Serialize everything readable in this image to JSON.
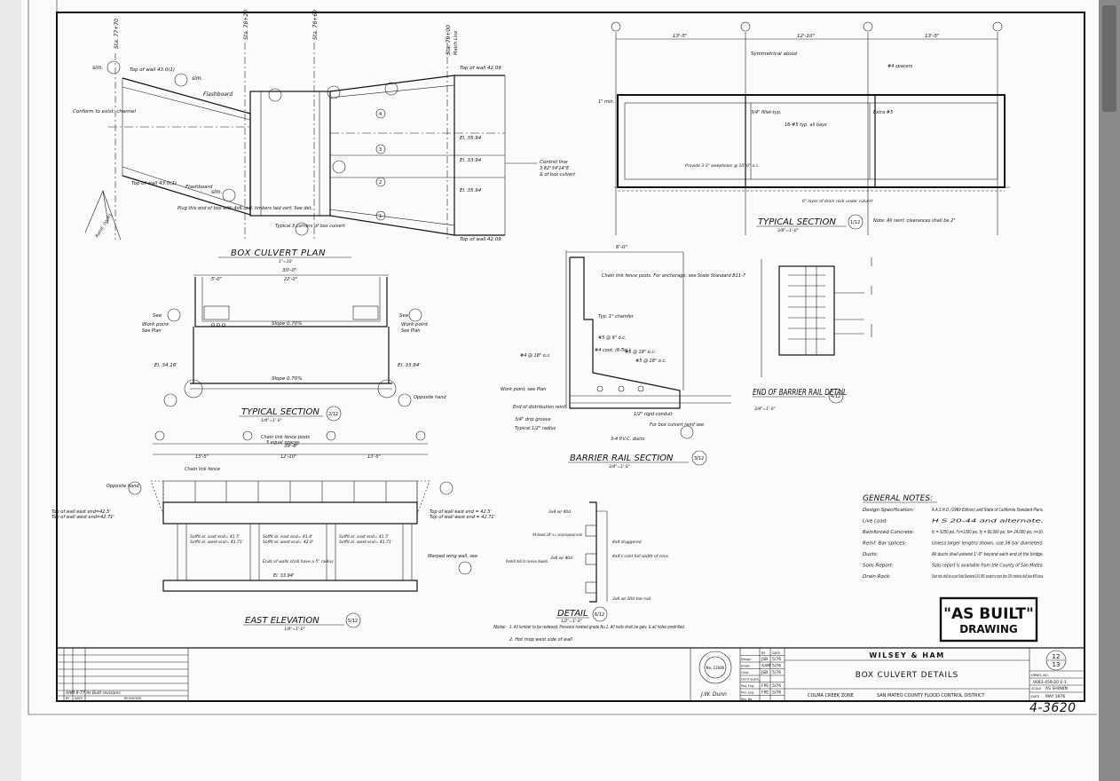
{
  "views": {
    "box_culvert_plan": {
      "title": "BOX CULVERT PLAN",
      "scale": "1\"=10'",
      "stations": [
        "Sta. 77+70",
        "Sta. 78+20",
        "Sta. 78+60",
        "Sta. 79+00"
      ],
      "right_station_note": "Match Line",
      "labels": {
        "sim_top": "sim.",
        "top_wall_left": "Top of wall 43.0(1)",
        "sim_top2": "sim.",
        "flashboard_top": "Flashboard",
        "conform": "Conform to exist. channel",
        "top_wall_left_bot": "Top of wall 43.0(1)",
        "flashboard_bot": "Flashboard",
        "sim_bot": "sim.",
        "plug": "Plug this end of box with 4x6 rwd. timbers laid vert. See det.",
        "typical_corners": "Typical 3 corners of box culvert",
        "top_wall_right_top": "Top of wall 42.09",
        "el_1": "El. 35.94",
        "el_2": "El. 33.94",
        "el_3": "El. 35.94",
        "top_wall_right_bot": "Top of wall 42.09",
        "control_line": "Control line",
        "control_line_2": "3 82°34'14\"E",
        "control_line_3": "& of box culvert",
        "reinf": "Reinf. (to/fr)"
      },
      "callouts": [
        "1",
        "2",
        "3",
        "4"
      ]
    },
    "typical_section_left": {
      "title": "TYPICAL SECTION",
      "sheet_ref": "2/12",
      "scale": "1/4\"=1'-0\"",
      "dims": {
        "overall": "30'-0\"",
        "sub": "5'-0\"",
        "main": "22'-0\""
      },
      "labels": {
        "see_left": "See",
        "work_point_left": "Work point",
        "see_plan_left": "See Plan",
        "slope_top": "Slope 0.70%",
        "see_right": "See",
        "work_point_right": "Work point",
        "see_plan_right": "See Plan",
        "el_left": "El. 34.16'",
        "el_right": "El. 33.94'",
        "slope_bot": "Slope 0.70%",
        "opposite_hand": "Opposite hand"
      }
    },
    "east_elevation": {
      "title": "EAST ELEVATION",
      "sheet_ref": "5/12",
      "scale": "1/8\"=1'-0\"",
      "dims": {
        "overall": "39'-8\"",
        "a": "13'-5\"",
        "b": "12'-10\"",
        "c": "13'-5\""
      },
      "labels": {
        "chain_fence_posts": "Chain link fence posts",
        "equal_spaces": "5 equal spaces",
        "chain_link_fence": "Chain link fence",
        "opposite_hand": "Opposite hand",
        "top_wall_east_left": "Top of wall east end=42.5'",
        "top_wall_west_left": "Top of wall west end=42.71'",
        "top_wall_east_right": "Top of wall east end = 42.5'",
        "top_wall_west_right": "Top of wall west end = 42.71'",
        "soffit_1": "Soffit el. east end= 41.5'",
        "soffit_1b": "Soffit el. west end= 41.71'",
        "soffit_2": "Soffit el. east end= 41.4'",
        "soffit_2b": "Soffit el. west end= 42.0'",
        "soffit_3": "Soffit el. east end= 41.5'",
        "soffit_3b": "Soffit el. west end= 41.71'",
        "ends_walls": "Ends of walls shall have a 5\" radius",
        "el_bottom": "El. 33.94'",
        "warped": "Warped wing wall, see"
      }
    },
    "typical_section_right": {
      "title": "TYPICAL SECTION",
      "sheet_ref": "1/12",
      "scale": "3/8\"=1'-0\"",
      "dims": {
        "a": "13'-5\"",
        "b": "12'-10\"",
        "c": "13'-5\""
      },
      "labels": {
        "symmetrical": "Symmetrical about",
        "spacers": "#4 spacers",
        "fillet": "3/4\" fillet-typ.",
        "typ_all_bays": "16-#5 typ. all bays",
        "extra": "Extra #5",
        "provide_weepholes": "Provide 3-3\" weepholes @ 10'-0\" o.c.",
        "drain_rock": "6\" layer of drain rock under culvert",
        "note_clearances": "Note: All reinf. clearances shall be 2\"",
        "min_clear": "1\" min."
      }
    },
    "barrier_rail_section": {
      "title": "BARRIER RAIL SECTION",
      "sheet_ref": "3/12",
      "scale": "3/4\"=1'-0\"",
      "labels": {
        "chain_link_posts": "Chain link fence posts. For anchorage, see State Standard B11-7",
        "chamfer": "Typ. 1\" chamfer",
        "bar_1": "#5 @ 9\" o.c.",
        "cont": "#4 cont. (6-Tot.)",
        "bar_2": "#5 @ 18\" o.c.",
        "bar_3": "#5 @ 18\" o.c.",
        "bar_4": "#4 @ 18\" o.c.",
        "work_point": "Work point, see Plan",
        "end_distribution": "End of distribution reinf.",
        "drip_groove": "3/4\" drip groove",
        "typical_radius": "Typical 1/2\" radius",
        "rigid_conduit": "1/2\" rigid conduit",
        "box_culvert_reinf": "For box culvert reinf see",
        "pvc_ducts": "3-4 P.V.C. ducts",
        "dim_width": "6'-0\""
      }
    },
    "end_barrier_rail": {
      "title": "END OF BARRIER RAIL DETAIL",
      "sheet_ref": "4/12",
      "scale": "3/4\"=1'-0\""
    },
    "detail_6": {
      "title": "DETAIL",
      "sheet_ref": "6/12",
      "scale": "1/2\"=1'-0\"",
      "labels": {
        "a": "3x4 w/ 40d",
        "b": "3x6 w/ 40d",
        "c": "4x4 staggered",
        "d": "Predrill 4x6 to receive dowels.",
        "e": "#4 dowels 3/4\" o.c. wrap exposed ends",
        "f": "4x4's cont full width of conc.",
        "g": "3x6 w/ 30d toe nail"
      },
      "notes_title": "Note:",
      "notes": [
        "1. All lumber to be redwood. Pressure treated grade No.1. All nails shall be galv. & all holes predrilled.",
        "2. Hot mop west side of wall"
      ]
    }
  },
  "general_notes": {
    "title": "GENERAL NOTES:",
    "items": [
      {
        "label": "Design Specification:",
        "text": "A.A.S.H.O. (1969 Edition) and State of California Standard Plans."
      },
      {
        "label": "Live Load:",
        "text": "H S 20-44 and alternate."
      },
      {
        "label": "Reinforced Concrete:",
        "text": "fc = 3250 psi, f'c=1300 psi, fy = 60,000 psi, fs= 24,000 psi, n=10."
      },
      {
        "label": "Reinf. Bar splices:",
        "text": "Unless larger lengths shown, use 36 bar diameters."
      },
      {
        "label": "Ducts:",
        "text": "All ducts shall extend 1'-0\" beyond each end of the bridge."
      },
      {
        "label": "Soils Report:",
        "text": "Soils report is available from the County of San Mateo."
      },
      {
        "label": "Drain Rock:",
        "text": "Drain rock shall be as per State Standards 19-3.065, except no more than 10% material shall pass #50 sieve."
      }
    ]
  },
  "stamp": {
    "line1": "\"AS BUILT\"",
    "line2": "DRAWING"
  },
  "revision_block": {
    "entry": "AAM 8-77 As Built revisions",
    "by": "BY",
    "date": "DATE",
    "revisions": "REVISIONS"
  },
  "title_block": {
    "firm": "WILSEY & HAM",
    "title": "BOX CULVERT DETAILS",
    "zone": "COLMA CREEK ZONE",
    "district": "SAN MATEO COUNTY FLOOD CONTROL DISTRICT",
    "sheet_num": "12",
    "sheet_total": "13",
    "drawing_no_label": "DRWG. NO.",
    "drawing_no": "9083-459-20 E-1",
    "scale_label": "SCALE",
    "scale": "AS SHOWN",
    "date_label": "DATE",
    "date": "MAY 1976",
    "seal_text": "No. 12686",
    "signer": "J.W. Dunn",
    "rows": [
      {
        "role": "Design",
        "by": "JSB",
        "date": "5/76"
      },
      {
        "role": "Drawn",
        "by": "AAM",
        "date": "5/76"
      },
      {
        "role": "Chkd.",
        "by": "JSB",
        "date": "5/76"
      },
      {
        "role": "Chk'd Quant.",
        "by": "",
        "date": ""
      },
      {
        "role": "Proj. Eng.",
        "by": "FPE",
        "date": "5/76"
      },
      {
        "role": "Prin. Eng.",
        "by": "FPE",
        "date": "5/76"
      },
      {
        "role": "Rev. No.",
        "by": "",
        "date": ""
      }
    ],
    "by_header": "BY",
    "date_header": "DATE"
  },
  "file_number": "4-3620"
}
